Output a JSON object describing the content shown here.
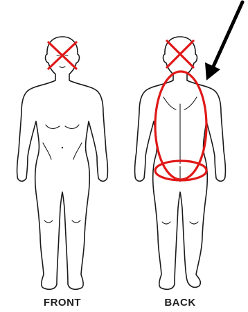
{
  "labels": {
    "front": "FRONT",
    "back": "BACK"
  },
  "figures": [
    {
      "view": "front",
      "marks": [
        "head-cross"
      ]
    },
    {
      "view": "back",
      "marks": [
        "head-cross",
        "back-torso-ellipse",
        "buttocks-ellipse"
      ]
    }
  ],
  "pointer": {
    "target": "upper-right-back",
    "icon": "arrow-icon"
  },
  "colors": {
    "mark": "#e01818",
    "outline": "#1a1a1a",
    "arrow": "#000000",
    "label": "#1e1e1e"
  }
}
